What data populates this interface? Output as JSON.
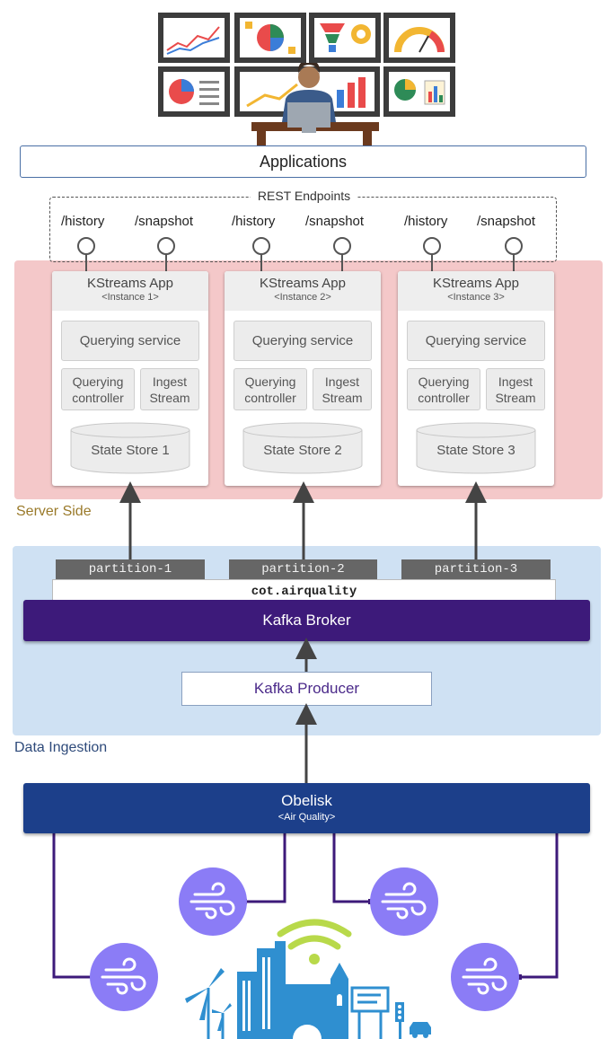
{
  "applications": {
    "label": "Applications"
  },
  "rest": {
    "title": "REST Endpoints",
    "endpoints": [
      "/history",
      "/snapshot",
      "/history",
      "/snapshot",
      "/history",
      "/snapshot"
    ]
  },
  "server_side": {
    "label": "Server Side",
    "instances": [
      {
        "title": "KStreams App",
        "subtitle": "<Instance 1>",
        "querying_service": "Querying service",
        "querying_controller": "Querying controller",
        "ingest_stream": "Ingest Stream",
        "state_store": "State Store 1"
      },
      {
        "title": "KStreams App",
        "subtitle": "<Instance 2>",
        "querying_service": "Querying service",
        "querying_controller": "Querying controller",
        "ingest_stream": "Ingest Stream",
        "state_store": "State Store 2"
      },
      {
        "title": "KStreams App",
        "subtitle": "<Instance 3>",
        "querying_service": "Querying service",
        "querying_controller": "Querying controller",
        "ingest_stream": "Ingest Stream",
        "state_store": "State Store 3"
      }
    ]
  },
  "ingestion": {
    "label": "Data Ingestion",
    "partitions": [
      "partition-1",
      "partition-2",
      "partition-3"
    ],
    "topic": "cot.airquality",
    "broker": "Kafka Broker",
    "producer": "Kafka Producer"
  },
  "obelisk": {
    "title": "Obelisk",
    "subtitle": "<Air Quality>"
  },
  "colors": {
    "server_bg": "#f4c8c9",
    "ingestion_bg": "#cfe1f3",
    "broker": "#3d1a7a",
    "obelisk": "#1c3f8a",
    "sensor": "#8b7cf6",
    "city": "#2f8fd0",
    "wifi": "#b8d94a"
  },
  "icons": [
    "dashboard-screens-illustration",
    "analyst-person-illustration",
    "wind-sensor-icon",
    "smart-city-illustration"
  ]
}
